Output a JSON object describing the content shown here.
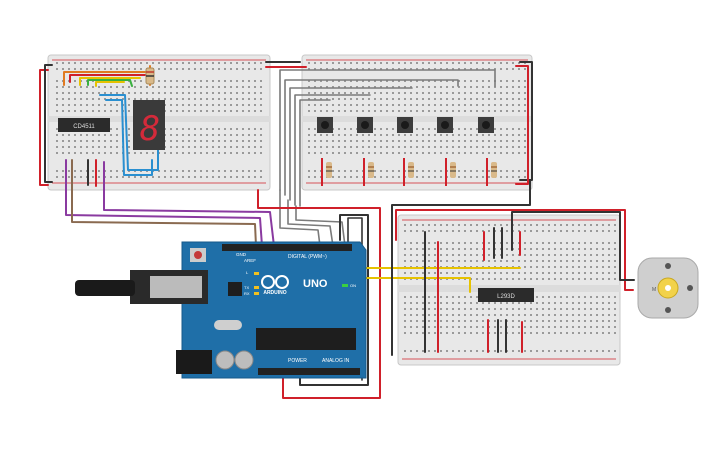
{
  "components": {
    "decoder_ic": {
      "label": "CD4511"
    },
    "driver_ic": {
      "label": "L293D"
    },
    "seven_segment": {
      "digit": "8"
    },
    "arduino": {
      "brand": "ARDUINO",
      "model": "UNO",
      "digital_label": "DIGITAL (PWM~)",
      "analog_label": "ANALOG IN",
      "power_label": "POWER",
      "aref_label": "AREF",
      "gnd_label": "GND",
      "tx_label": "TX",
      "rx_label": "RX",
      "l_label": "L",
      "on_label": "ON"
    },
    "motor": {
      "label": "M"
    }
  },
  "colors": {
    "breadboard": "#e8e8e8",
    "arduino": "#1f6fa8",
    "wire_red": "#d0202a",
    "wire_black": "#333333",
    "wire_gray": "#7a7a7a",
    "wire_purple": "#8a3aa0",
    "wire_yellow": "#e6c200",
    "wire_orange": "#e07a20",
    "wire_green": "#3ab040",
    "wire_blue": "#2a8fd0"
  },
  "buttons_count_label": ""
}
